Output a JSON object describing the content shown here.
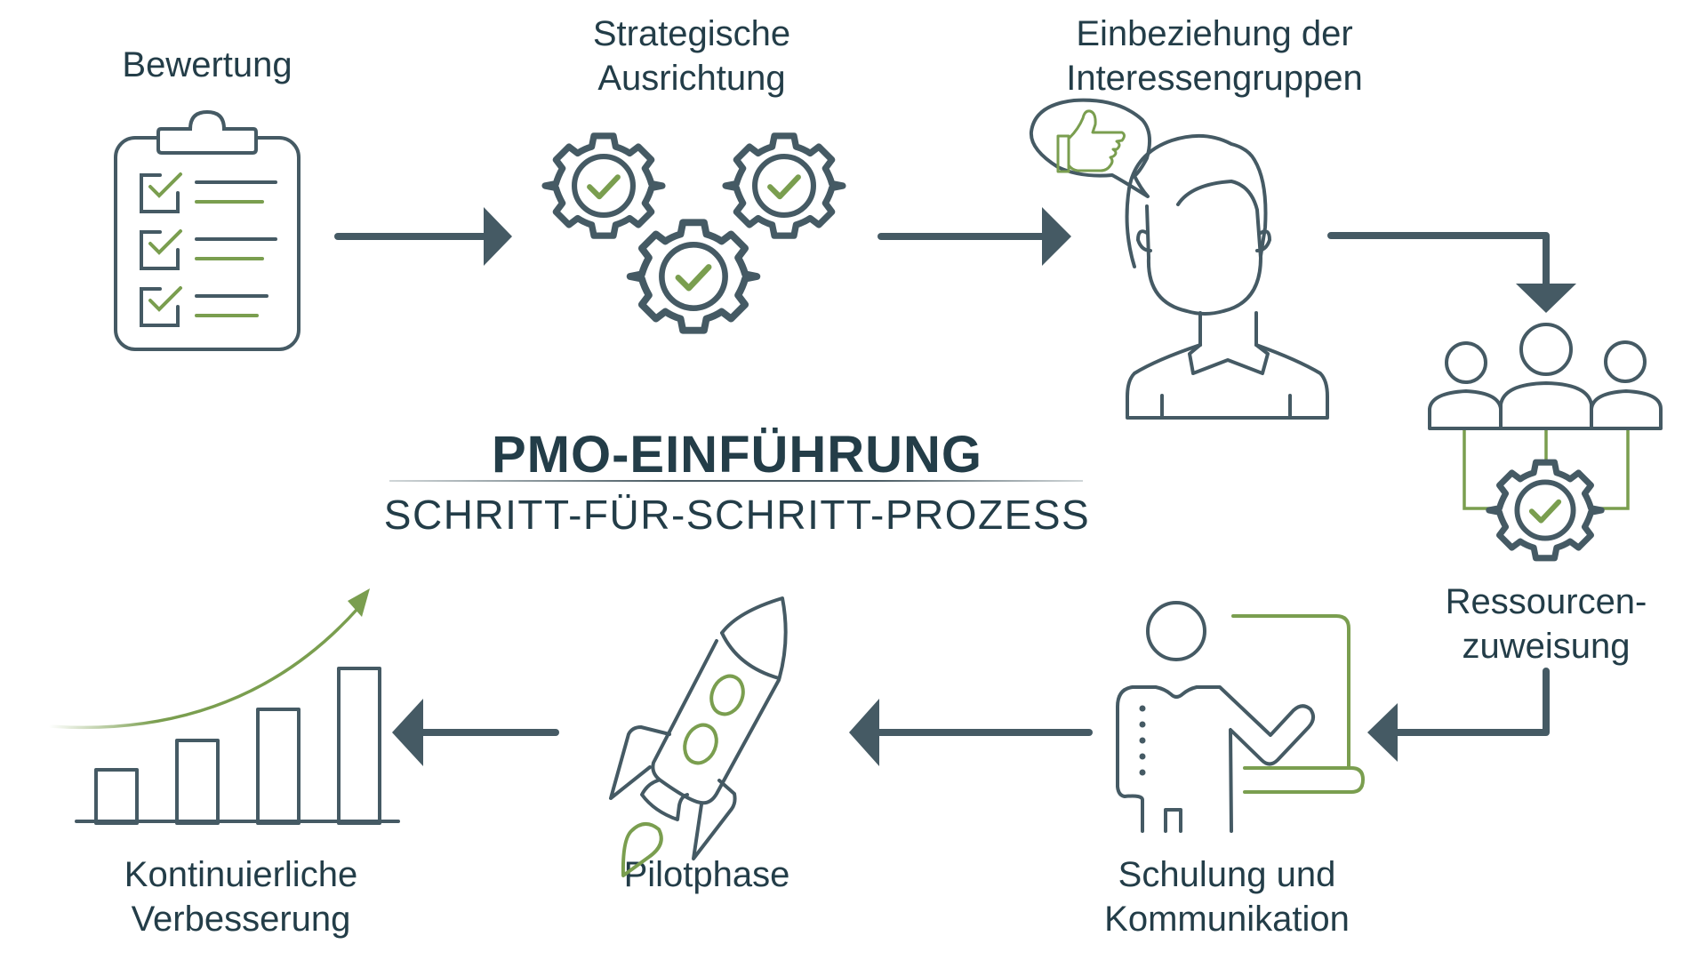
{
  "title": {
    "main": "PMO-EINFÜHRUNG",
    "subtitle": "SCHRITT-FÜR-SCHRITT-PROZESS"
  },
  "colors": {
    "primary": "#455a64",
    "text": "#233d48",
    "accent": "#7a9e4f",
    "background": "#ffffff"
  },
  "steps": [
    {
      "id": 1,
      "lines": [
        "Bewertung"
      ],
      "icon": "clipboard-checklist-icon"
    },
    {
      "id": 2,
      "lines": [
        "Strategische",
        "Ausrichtung"
      ],
      "icon": "gears-check-icon"
    },
    {
      "id": 3,
      "lines": [
        "Einbeziehung der",
        "Interessengruppen"
      ],
      "icon": "person-thumbs-up-icon"
    },
    {
      "id": 4,
      "lines": [
        "Ressourcen-",
        "zuweisung"
      ],
      "icon": "team-gear-icon"
    },
    {
      "id": 5,
      "lines": [
        "Schulung und",
        "Kommunikation"
      ],
      "icon": "presenter-board-icon"
    },
    {
      "id": 6,
      "lines": [
        "Pilotphase"
      ],
      "icon": "rocket-icon"
    },
    {
      "id": 7,
      "lines": [
        "Kontinuierliche",
        "Verbesserung"
      ],
      "icon": "growth-chart-icon"
    }
  ],
  "flow": [
    "1→2",
    "2→3",
    "3→4",
    "4→5",
    "5→6",
    "6→7"
  ]
}
